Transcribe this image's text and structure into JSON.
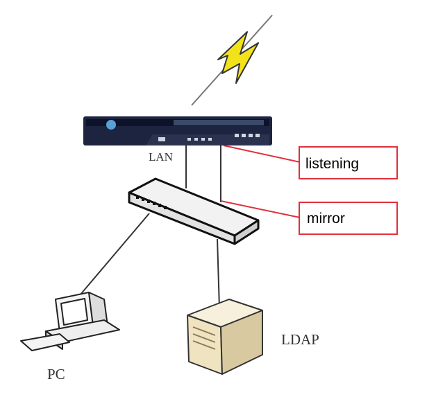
{
  "labels": {
    "lan": "LAN",
    "listening": "listening",
    "mirror": "mirror",
    "pc": "PC",
    "ldap": "LDAP"
  },
  "colors": {
    "callout": "#e0303c",
    "lightning": "#f2e21a",
    "device": "#1c2440"
  }
}
